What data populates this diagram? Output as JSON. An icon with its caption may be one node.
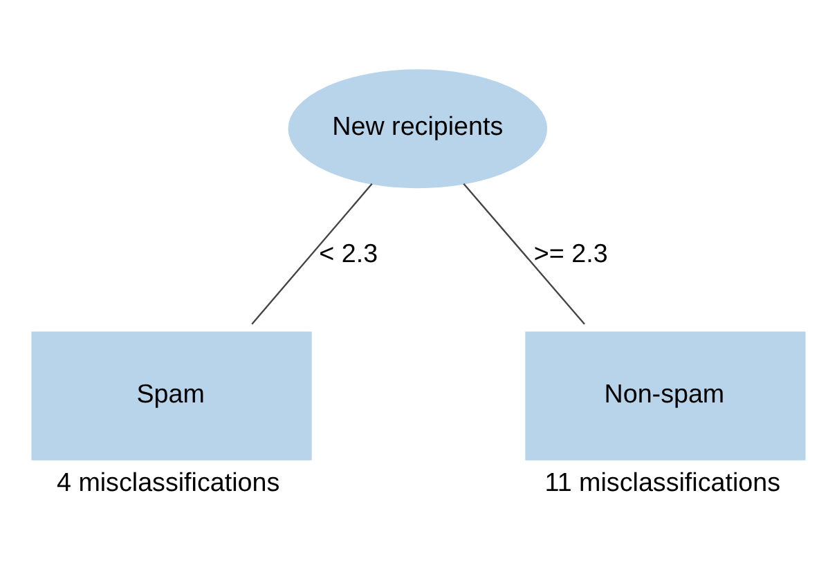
{
  "diagram": {
    "nodes": [
      {
        "text": [
          "New recipients"
        ]
      },
      {
        "text": [
          "Spam"
        ],
        "beside": [
          "4 misclassifications"
        ]
      },
      {
        "text": [
          "Non-spam"
        ],
        "beside": [
          "11 misclassifications"
        ]
      }
    ],
    "edges": [
      {
        "from": 0,
        "to": 1,
        "arrow": "none",
        "label": "< 2.3"
      },
      {
        "from": 0,
        "to": 2,
        "arrow": "none",
        "label": ">= 2.3"
      }
    ]
  }
}
